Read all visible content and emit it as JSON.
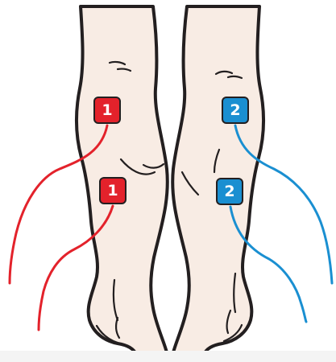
{
  "colors": {
    "channel1": "#e3222b",
    "channel2": "#1a8fd1",
    "skin": "#f8ece4",
    "outline": "#231f20"
  },
  "pads": {
    "left_upper": {
      "label": "1",
      "channel": "channel1"
    },
    "left_lower": {
      "label": "1",
      "channel": "channel1"
    },
    "right_upper": {
      "label": "2",
      "channel": "channel2"
    },
    "right_lower": {
      "label": "2",
      "channel": "channel2"
    }
  }
}
